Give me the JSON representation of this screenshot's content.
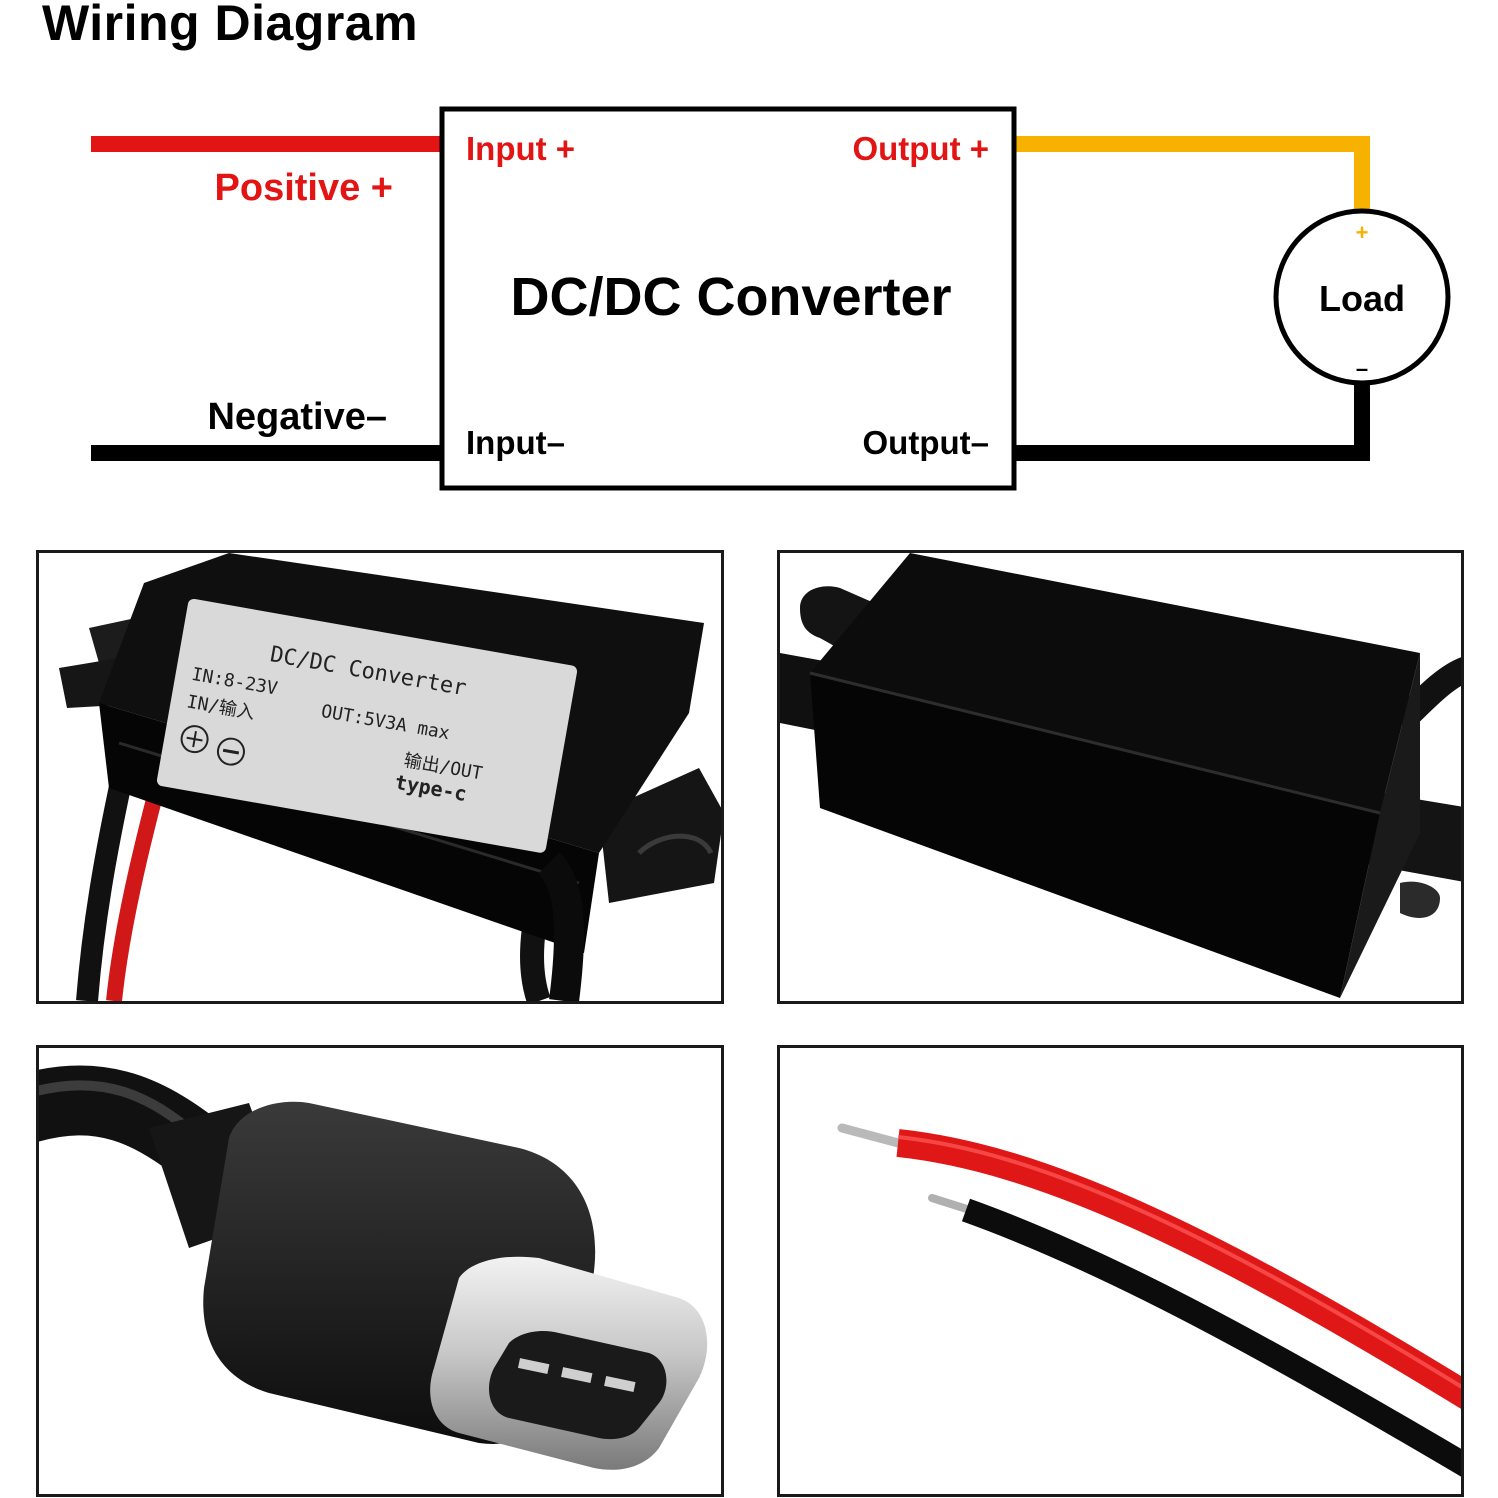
{
  "title": "Wiring Diagram",
  "diagram": {
    "converter_label": "DC/DC Converter",
    "input_plus": "Input +",
    "output_plus": "Output +",
    "input_minus": "Input–",
    "output_minus": "Output–",
    "positive": "Positive +",
    "negative": "Negative–",
    "load": "Load",
    "load_plus": "+",
    "load_minus": "–",
    "colors": {
      "positive_wire": "#e31414",
      "output_wire": "#f7b200",
      "negative_wire": "#000000",
      "red_text": "#e31414"
    }
  },
  "module_label": {
    "title": "DC/DC Converter",
    "input_spec": "IN:8-23V",
    "output_spec": "OUT:5V3A max",
    "in_text": "IN/输入",
    "out_text": "输出/OUT",
    "type_text": "type-c"
  }
}
